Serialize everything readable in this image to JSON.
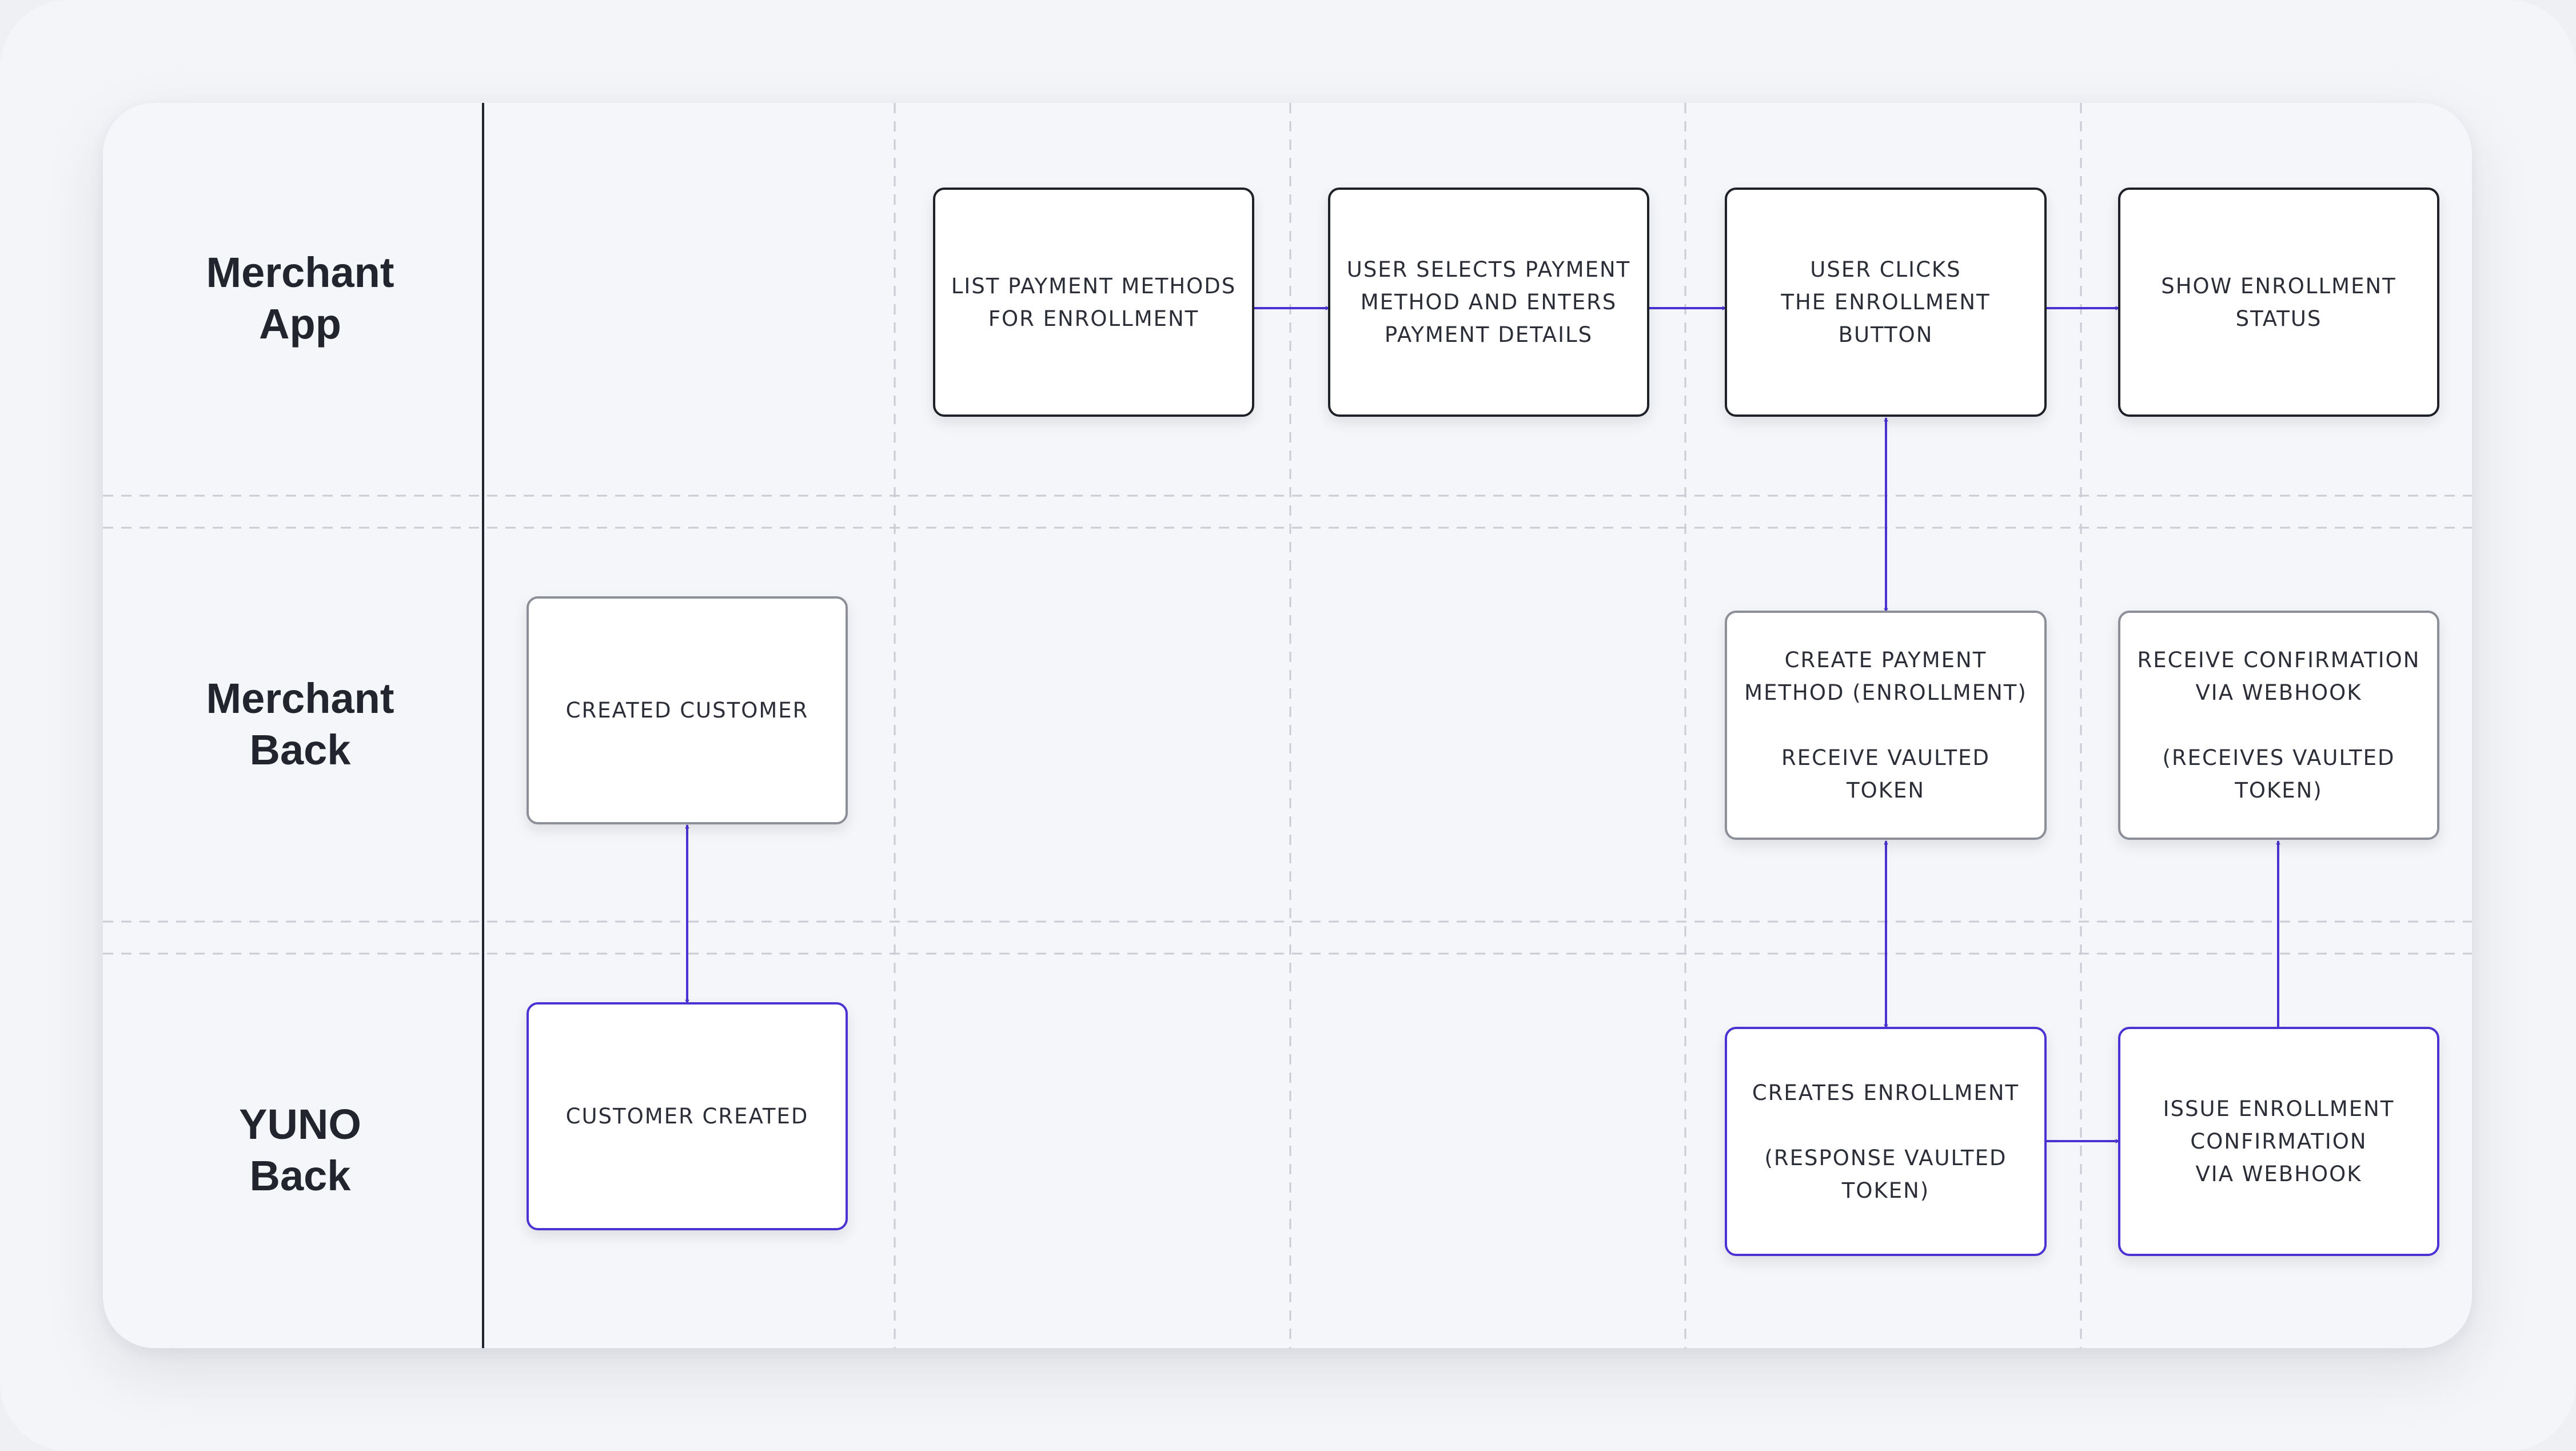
{
  "colors": {
    "connector": "#4b32d2",
    "box_border_dark": "#1f2129",
    "box_border_grey": "#8c8f98",
    "box_border_blue": "#4b32d2",
    "lane_divider": "#c9ccd4",
    "axis_line": "#22252d",
    "lane_label": "#22252d"
  },
  "lanes": [
    {
      "id": "merchant_app",
      "label": "Merchant\nApp"
    },
    {
      "id": "merchant_back",
      "label": "Merchant\nBack"
    },
    {
      "id": "yuno_back",
      "label": "YUNO\nBack"
    }
  ],
  "nodes": {
    "list_payment_methods": "LIST PAYMENT METHODS\nFOR ENROLLMENT",
    "user_selects_payment": "USER SELECTS PAYMENT\nMETHOD AND ENTERS\nPAYMENT DETAILS",
    "user_clicks_enrollment": "USER CLICKS\nTHE ENROLLMENT\nBUTTON",
    "show_enrollment_status": "SHOW ENROLLMENT\nSTATUS",
    "created_customer": "CREATED CUSTOMER",
    "create_payment_method": "CREATE PAYMENT\nMETHOD (ENROLLMENT)\n\nRECEIVE VAULTED\nTOKEN",
    "receive_confirmation": "RECEIVE CONFIRMATION\nVIA WEBHOOK\n\n(RECEIVES VAULTED\nTOKEN)",
    "customer_created": "CUSTOMER CREATED",
    "creates_enrollment": "CREATES ENROLLMENT\n\n(RESPONSE VAULTED\nTOKEN)",
    "issue_enrollment_confirmation": "ISSUE ENROLLMENT\nCONFIRMATION\nVIA WEBHOOK"
  },
  "connections": [
    {
      "from": "list_payment_methods",
      "to": "user_selects_payment",
      "arrow": "end"
    },
    {
      "from": "user_selects_payment",
      "to": "user_clicks_enrollment",
      "arrow": "end"
    },
    {
      "from": "user_clicks_enrollment",
      "to": "show_enrollment_status",
      "arrow": "end"
    },
    {
      "from": "user_clicks_enrollment",
      "to": "create_payment_method",
      "arrow": "both"
    },
    {
      "from": "create_payment_method",
      "to": "creates_enrollment",
      "arrow": "both"
    },
    {
      "from": "created_customer",
      "to": "customer_created",
      "arrow": "both"
    },
    {
      "from": "creates_enrollment",
      "to": "issue_enrollment_confirmation",
      "arrow": "end"
    },
    {
      "from": "issue_enrollment_confirmation",
      "to": "receive_confirmation",
      "arrow": "end"
    }
  ]
}
